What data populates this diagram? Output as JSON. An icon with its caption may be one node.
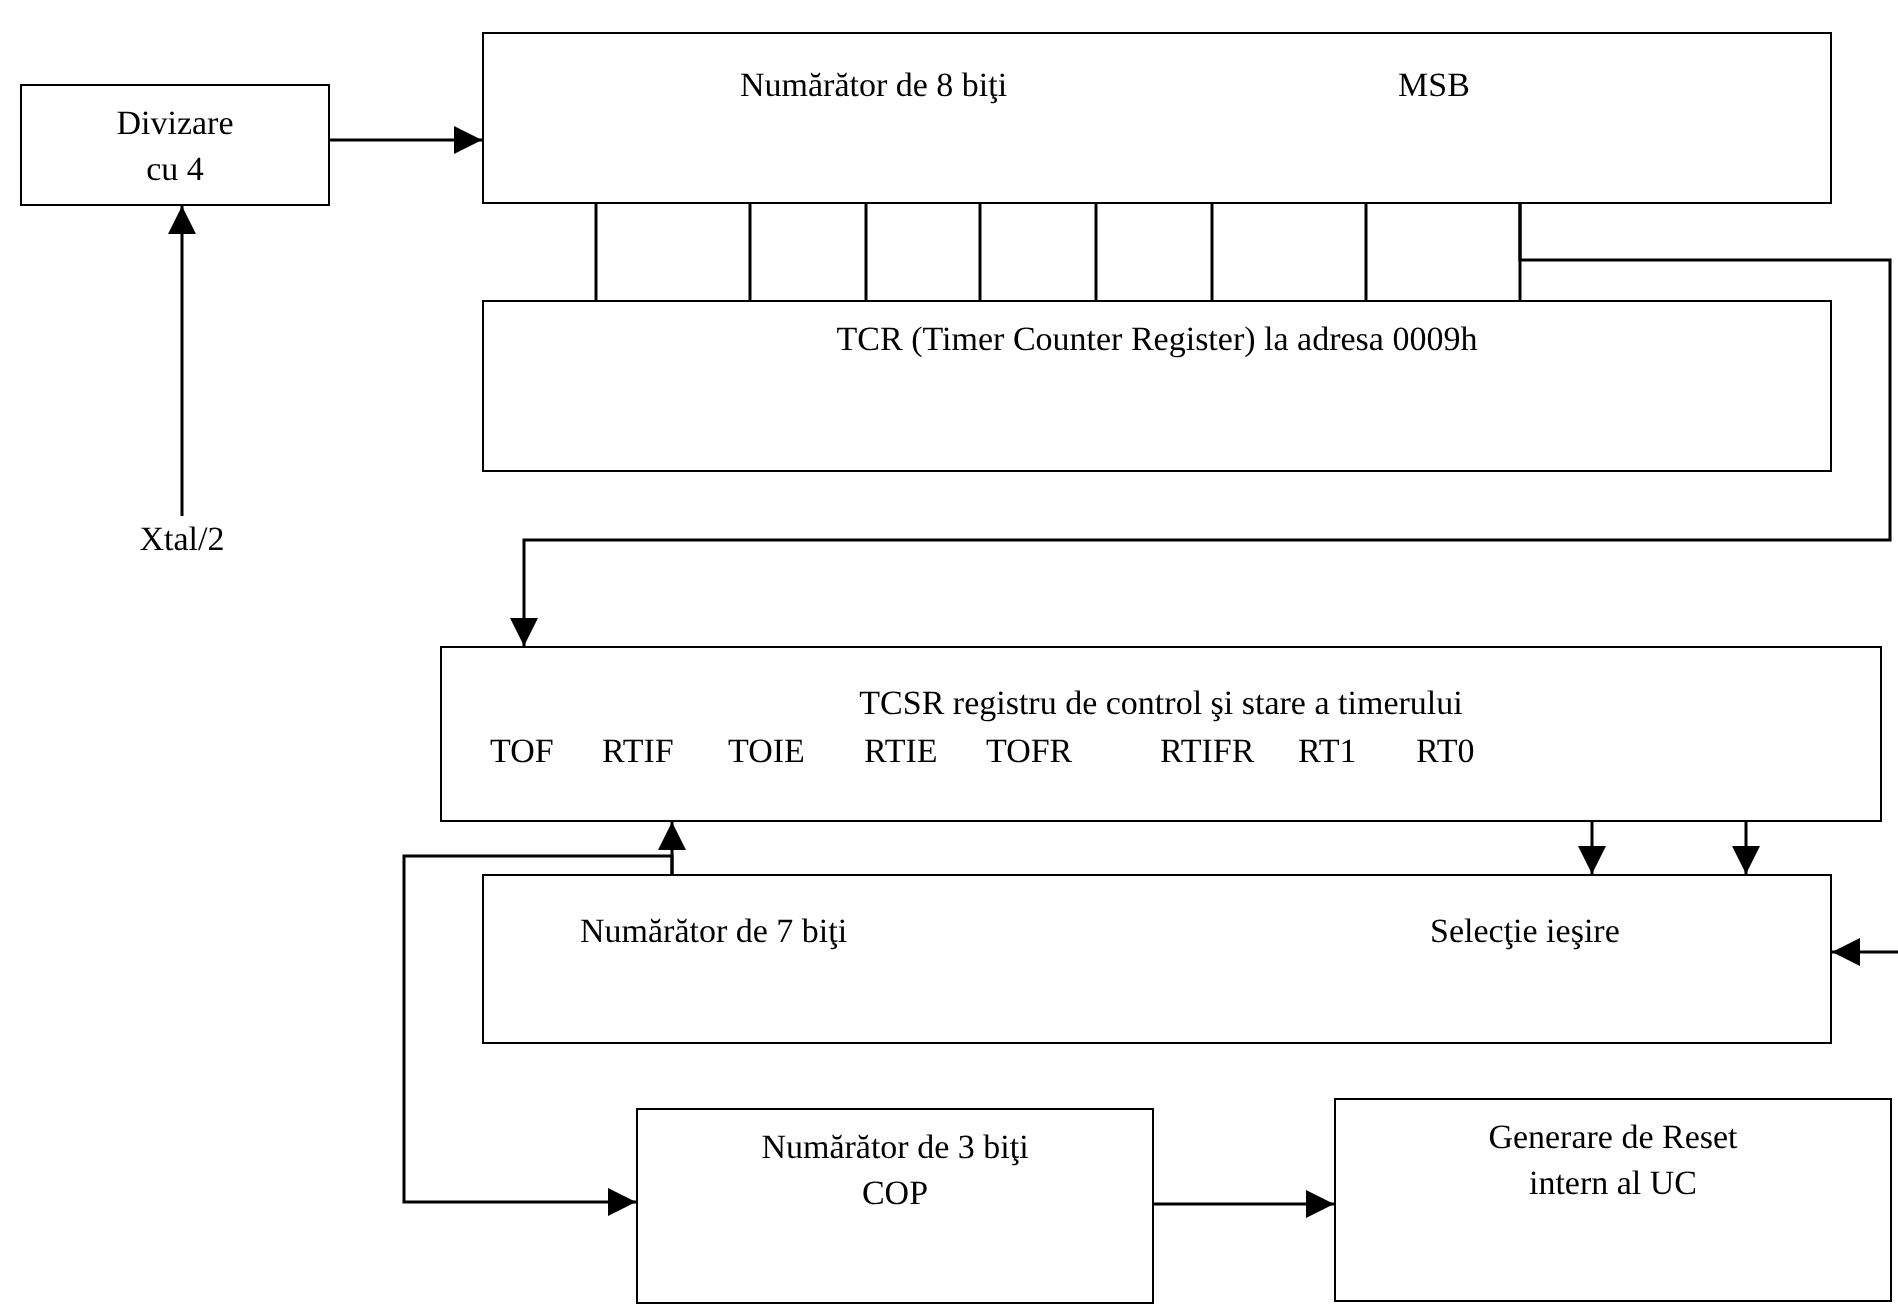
{
  "diagram": {
    "nodes": [
      {
        "text": [
          "Divizare cu 4"
        ]
      },
      {
        "text": [
          "Numărător de 8 biţi",
          "MSB"
        ]
      },
      {
        "text": [
          "TCR (Timer Counter Register) la adresa 0009h"
        ]
      },
      {
        "text": [
          "Xtal/2"
        ]
      },
      {
        "text": [
          "TCSR registru de control şi stare a timerului",
          "TOF",
          "RTIF",
          "TOIE",
          "RTIE",
          "TOFR",
          "RTIFR",
          "RT1",
          "RT0"
        ]
      },
      {
        "text": [
          "Numărător de 7 biţi",
          "Selecţie ieşire"
        ]
      },
      {
        "text": [
          "Numărător de 3 biţi COP"
        ]
      },
      {
        "text": [
          "Generare de Reset intern al UC"
        ]
      }
    ],
    "edges": [
      {
        "from": 3,
        "to": 0,
        "arrow": "to"
      },
      {
        "from": 0,
        "to": 1,
        "arrow": "to"
      },
      {
        "from": 1,
        "to": 2,
        "arrow": "none"
      },
      {
        "from": 1,
        "to": 2,
        "arrow": "none"
      },
      {
        "from": 1,
        "to": 2,
        "arrow": "none"
      },
      {
        "from": 1,
        "to": 2,
        "arrow": "none"
      },
      {
        "from": 1,
        "to": 2,
        "arrow": "none"
      },
      {
        "from": 1,
        "to": 2,
        "arrow": "none"
      },
      {
        "from": 1,
        "to": 2,
        "arrow": "none"
      },
      {
        "from": 1,
        "to": 2,
        "arrow": "none"
      },
      {
        "from": 1,
        "to": 4,
        "arrow": "to"
      },
      {
        "from": 4,
        "to": 5,
        "arrow": "to"
      },
      {
        "from": 4,
        "to": 5,
        "arrow": "to"
      },
      {
        "from": 5,
        "to": 4,
        "arrow": "to"
      },
      {
        "from": 5,
        "to": 6,
        "arrow": "to"
      },
      {
        "from": 6,
        "to": 7,
        "arrow": "to"
      },
      {
        "from": null,
        "to": 5,
        "arrow": "to"
      }
    ]
  }
}
